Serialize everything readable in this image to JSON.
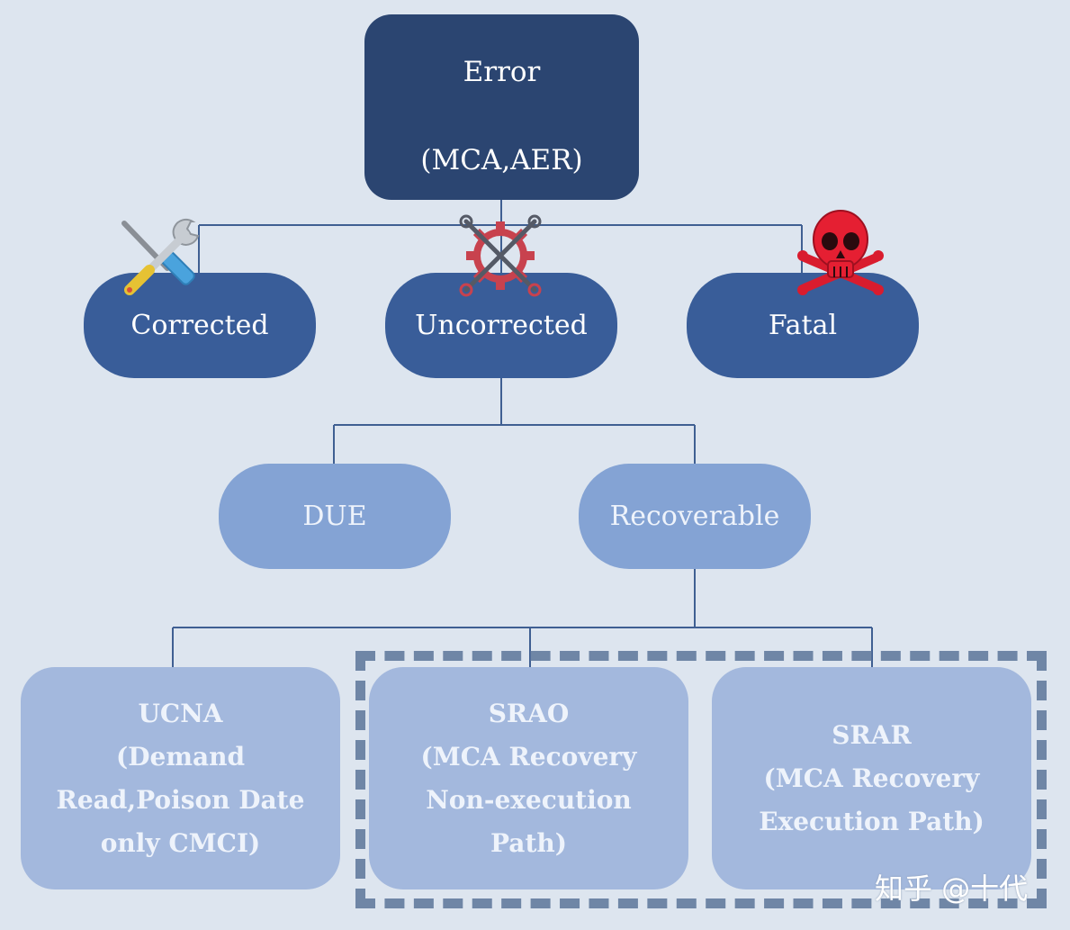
{
  "root": {
    "line1": "Error",
    "line2": "(MCA,AER)"
  },
  "level1": [
    {
      "label": "Corrected",
      "icon": "tools-icon"
    },
    {
      "label": "Uncorrected",
      "icon": "broken-gear-icon"
    },
    {
      "label": "Fatal",
      "icon": "skull-crossbones-icon"
    }
  ],
  "level2": [
    {
      "label": "DUE"
    },
    {
      "label": "Recoverable"
    }
  ],
  "level3": [
    {
      "lines": [
        "UCNA",
        "(Demand",
        "Read,Poison Date",
        "only CMCI)"
      ]
    },
    {
      "lines": [
        "SRAO",
        "(MCA Recovery",
        "Non-execution",
        "Path)"
      ]
    },
    {
      "lines": [
        "SRAR",
        "(MCA Recovery",
        "Execution Path)"
      ]
    }
  ],
  "watermark": "知乎 @十代",
  "colors": {
    "background": "#dde5ef",
    "root": "#2b4571",
    "level1": "#395d99",
    "level2": "#84a3d4",
    "level3": "#a3b8dd",
    "connector": "#3f5f92",
    "dashed_border": "#6f86a6"
  }
}
